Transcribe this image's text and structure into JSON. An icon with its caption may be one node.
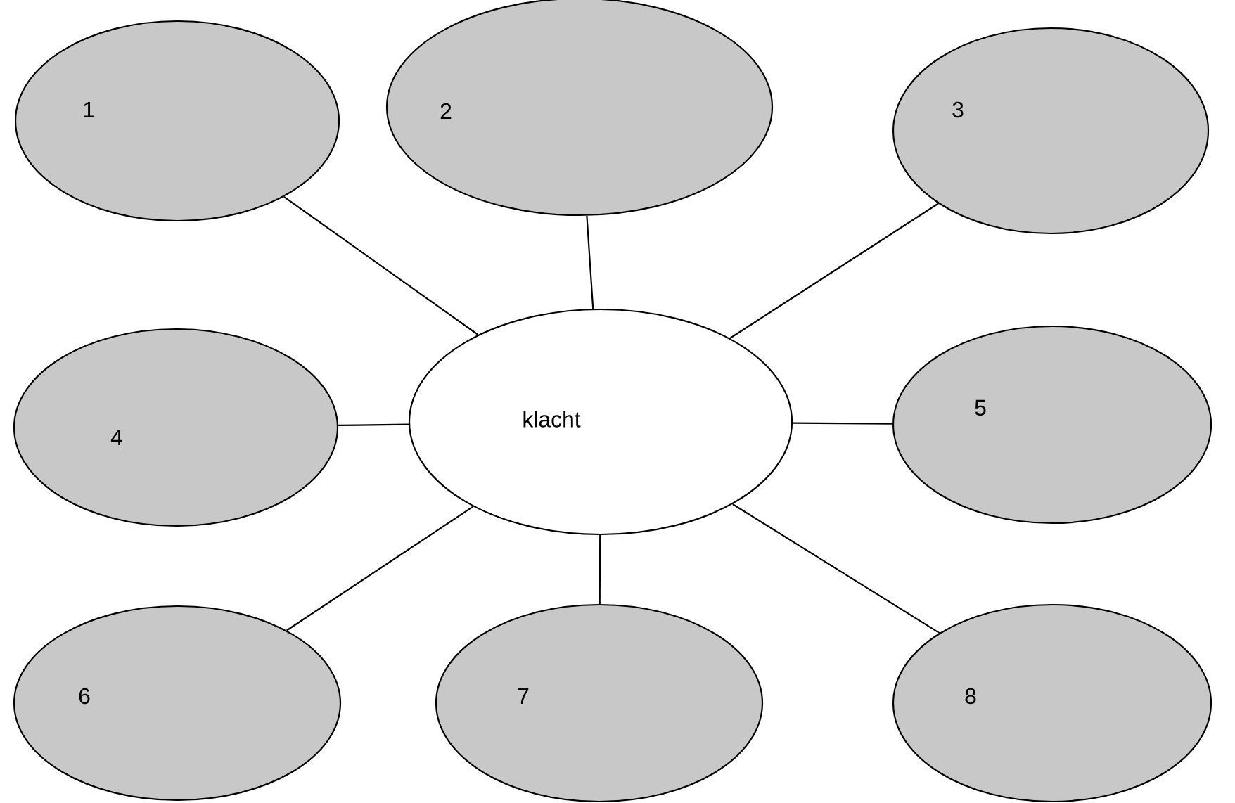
{
  "diagram": {
    "nodes": [
      {
        "text": [
          "1"
        ]
      },
      {
        "text": [
          "2"
        ]
      },
      {
        "text": [
          "3"
        ]
      },
      {
        "text": [
          "4"
        ]
      },
      {
        "text": [
          "klacht"
        ]
      },
      {
        "text": [
          "5"
        ]
      },
      {
        "text": [
          "6"
        ]
      },
      {
        "text": [
          "7"
        ]
      },
      {
        "text": [
          "8"
        ]
      }
    ],
    "edges": [
      {
        "from": 4,
        "to": 0,
        "arrow": "none"
      },
      {
        "from": 4,
        "to": 1,
        "arrow": "none"
      },
      {
        "from": 4,
        "to": 2,
        "arrow": "none"
      },
      {
        "from": 4,
        "to": 3,
        "arrow": "none"
      },
      {
        "from": 4,
        "to": 5,
        "arrow": "none"
      },
      {
        "from": 4,
        "to": 6,
        "arrow": "none"
      },
      {
        "from": 4,
        "to": 7,
        "arrow": "none"
      },
      {
        "from": 4,
        "to": 8,
        "arrow": "none"
      }
    ]
  }
}
